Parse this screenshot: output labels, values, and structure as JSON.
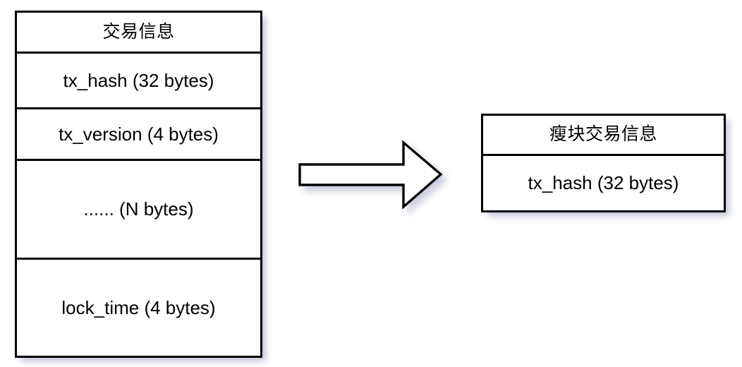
{
  "diagram": {
    "type": "structure-transformation",
    "background_color": "#ffffff",
    "stroke_color": "#000000",
    "fill_color": "#ffffff",
    "shadow_color": "#7880aa",
    "source": {
      "name": "transaction-info-table",
      "title": "交易信息",
      "fields": [
        "tx_hash (32 bytes)",
        "tx_version (4 bytes)",
        "...... (N bytes)",
        "lock_time (4 bytes)"
      ]
    },
    "connector": {
      "name": "right-block-arrow",
      "direction": "right",
      "style": "hollow-outline"
    },
    "target": {
      "name": "thin-block-transaction-info-table",
      "title": "瘦块交易信息",
      "fields": [
        "tx_hash (32 bytes)"
      ]
    }
  }
}
